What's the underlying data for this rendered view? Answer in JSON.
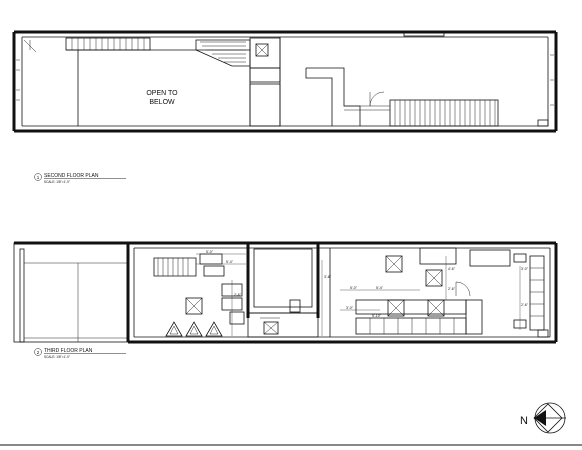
{
  "drawing": {
    "second_floor": {
      "title_number": "1",
      "title": "SECOND FLOOR PLAN",
      "scale": "SCALE: 1/8\"=1'-0\"",
      "room_label_line1": "OPEN TO",
      "room_label_line2": "BELOW"
    },
    "third_floor": {
      "title_number": "2",
      "title": "THIRD FLOOR PLAN",
      "scale": "SCALE: 1/8\"=1'-0\"",
      "dimensions": [
        "5'-0\"",
        "5'-4\"",
        "2'-6\"",
        "3'-6\"",
        "5'-0\"",
        "5'-4\"",
        "3'-0\"",
        "4'-6\"",
        "2'-6\"",
        "5'-10\"",
        "3'-0\"",
        "2'-6\""
      ]
    },
    "north_arrow": {
      "label": "N"
    }
  }
}
